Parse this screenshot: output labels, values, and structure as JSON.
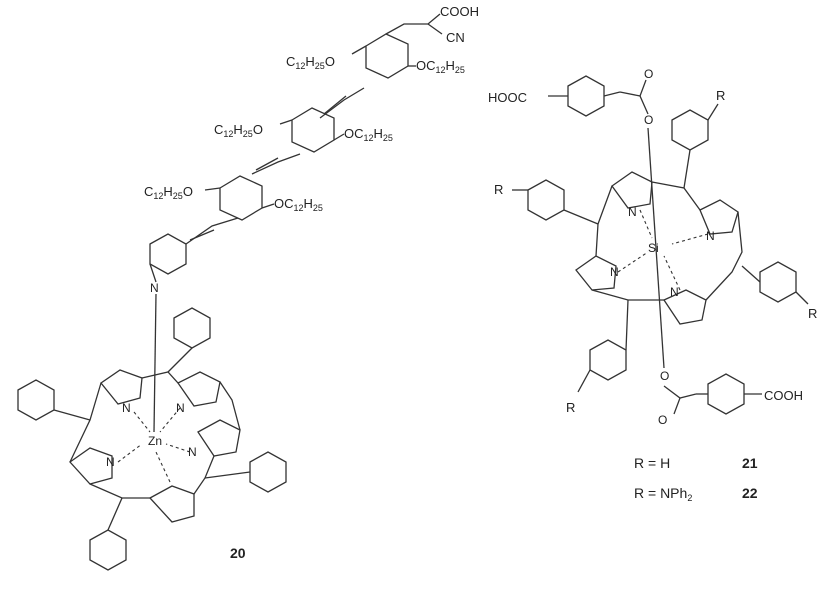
{
  "compound_20": {
    "number": "20",
    "metal": "Zn",
    "pyridine_N": "N",
    "porphyrin_N": [
      "N",
      "N",
      "N",
      "N"
    ],
    "anchor": "COOH",
    "cyano": "CN",
    "alkoxy": [
      {
        "pre": "C",
        "n1": "12",
        "mid": "H",
        "n2": "25",
        "post": "O"
      },
      {
        "pre": "OC",
        "n1": "12",
        "mid": "H",
        "n2": "25",
        "post": ""
      },
      {
        "pre": "C",
        "n1": "12",
        "mid": "H",
        "n2": "25",
        "post": "O"
      },
      {
        "pre": "OC",
        "n1": "12",
        "mid": "H",
        "n2": "25",
        "post": ""
      },
      {
        "pre": "C",
        "n1": "12",
        "mid": "H",
        "n2": "25",
        "post": "O"
      },
      {
        "pre": "OC",
        "n1": "12",
        "mid": "H",
        "n2": "25",
        "post": ""
      }
    ]
  },
  "compound_21_22": {
    "metal": "Si",
    "porphyrin_N": [
      "N",
      "N",
      "N",
      "N"
    ],
    "axial_O": [
      "O",
      "O",
      "O",
      "O"
    ],
    "acid_top": "HOOC",
    "acid_bottom": "COOH",
    "substituent": "R",
    "legend": [
      {
        "r_label": "R = H",
        "number": "21"
      },
      {
        "r_label": "R = NPh",
        "r_sub": "2",
        "number": "22"
      }
    ]
  },
  "colors": {
    "ink": "#222222",
    "background": "#ffffff"
  }
}
